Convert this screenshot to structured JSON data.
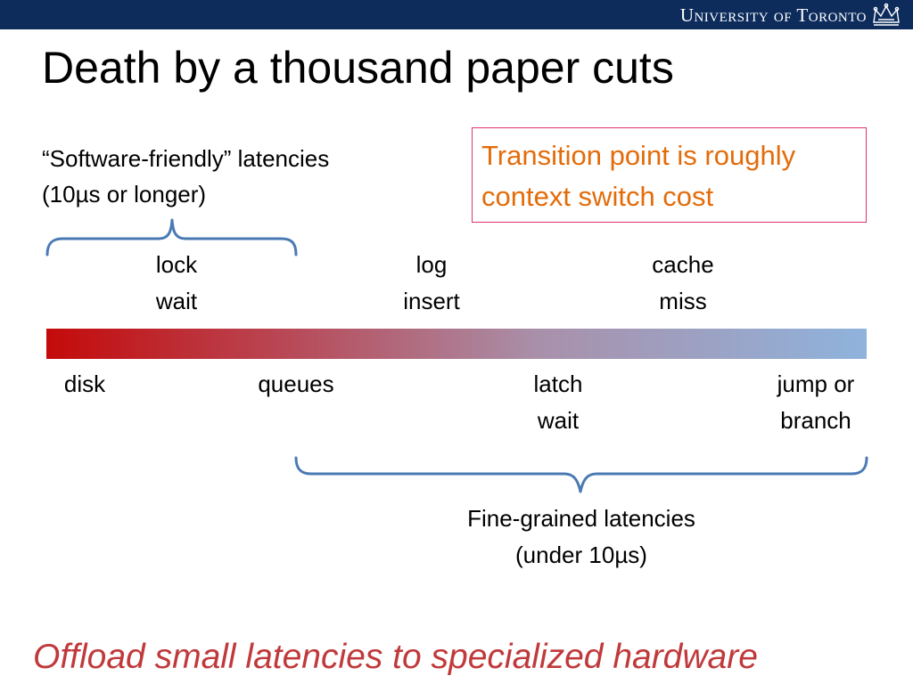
{
  "header": {
    "university": "University of Toronto",
    "crest_icon": "crown-crest-icon",
    "bar_color": "#0d2c5c"
  },
  "title": "Death by a thousand paper cuts",
  "software_friendly": {
    "line1": "“Software-friendly” latencies",
    "line2": "(10µs or longer)"
  },
  "callout": {
    "line1": "Transition point is roughly",
    "line2": "context switch cost",
    "text_color": "#e36c0a",
    "border_color": "#e0336c"
  },
  "upper_labels": [
    {
      "line1": "lock",
      "line2": "wait"
    },
    {
      "line1": "log",
      "line2": "insert"
    },
    {
      "line1": "cache",
      "line2": "miss"
    }
  ],
  "lower_labels": [
    {
      "line1": "disk",
      "line2": ""
    },
    {
      "line1": "queues",
      "line2": ""
    },
    {
      "line1": "latch",
      "line2": "wait"
    },
    {
      "line1": "jump or",
      "line2": "branch"
    }
  ],
  "fine_grained": {
    "line1": "Fine-grained latencies",
    "line2": "(under 10µs)"
  },
  "gradient": {
    "start_color": "#c40a0a",
    "end_color": "#8fb3dc"
  },
  "brace_color": "#4a7ab3",
  "conclusion": "Offload small latencies to specialized hardware",
  "conclusion_color": "#c0393b"
}
